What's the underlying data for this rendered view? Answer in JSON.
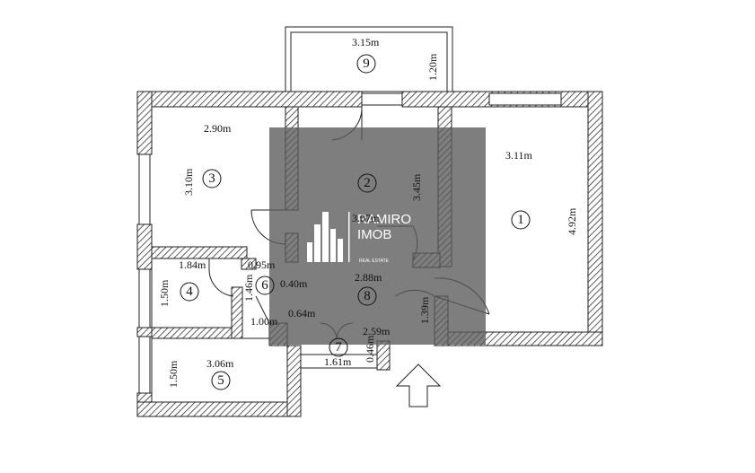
{
  "rooms": [
    {
      "number": "1",
      "width": "3.11m",
      "length": "4.92m"
    },
    {
      "number": "2",
      "width": "3.07m",
      "length": "3.45m"
    },
    {
      "number": "3",
      "width": "2.90m",
      "length": "3.10m"
    },
    {
      "number": "4",
      "width": "1.84m",
      "length": "1.50m"
    },
    {
      "number": "5",
      "width": "3.06m",
      "length": "1.50m"
    },
    {
      "number": "6",
      "dims": [
        "0.95m",
        "1.46m",
        "1.00m"
      ]
    },
    {
      "number": "7",
      "width": "1.61m",
      "length": "0.46m"
    },
    {
      "number": "8",
      "dims": [
        "2.88m",
        "0.40m",
        "1.39m",
        "0.64m",
        "2.59m"
      ]
    },
    {
      "number": "9",
      "width": "3.15m",
      "length": "1.20m"
    }
  ],
  "watermark": {
    "line1": "RAMIRO",
    "line2": "IMOB",
    "tagline": "REAL ESTATE"
  },
  "colors": {
    "wall": "#222222",
    "hatch": "#333333",
    "overlay": "#5a5a5a"
  }
}
